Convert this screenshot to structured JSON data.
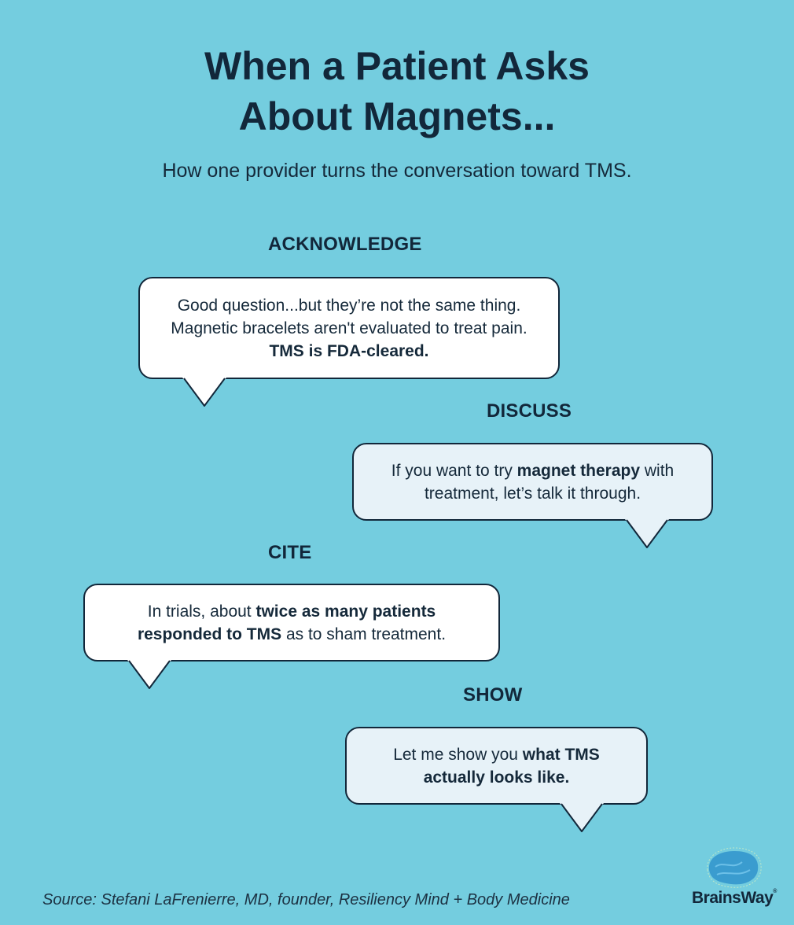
{
  "title_line1": "When a Patient Asks",
  "title_line2": "About Magnets...",
  "subtitle": "How one provider turns the conversation toward TMS.",
  "steps": [
    {
      "label": "ACKNOWLEDGE",
      "text_a": "Good question...but they’re not the same thing. Magnetic bracelets aren't evaluated to treat pain. ",
      "bold_a": "TMS is FDA-cleared.",
      "text_b": "",
      "bold_b": "",
      "text_c": ""
    },
    {
      "label": "DISCUSS",
      "text_a": "If you want to try ",
      "bold_a": "magnet therapy",
      "text_b": " with treatment, let’s talk it through.",
      "bold_b": "",
      "text_c": ""
    },
    {
      "label": "CITE",
      "text_a": "In trials, about ",
      "bold_a": "twice as many patients responded to TMS",
      "text_b": " as to sham treatment.",
      "bold_b": "",
      "text_c": ""
    },
    {
      "label": "SHOW",
      "text_a": "Let me show you ",
      "bold_a": "what TMS actually looks like.",
      "text_b": "",
      "bold_b": "",
      "text_c": ""
    }
  ],
  "source": "Source: Stefani LaFrenierre, MD, founder, Resiliency Mind + Body Medicine",
  "logo": {
    "text": "BrainsWay",
    "mark": "®"
  },
  "colors": {
    "background": "#74cddf",
    "ink": "#12273a",
    "bubble_white": "#ffffff",
    "bubble_pale": "#e7f2f8",
    "logo_blue": "#3a9ccf"
  }
}
